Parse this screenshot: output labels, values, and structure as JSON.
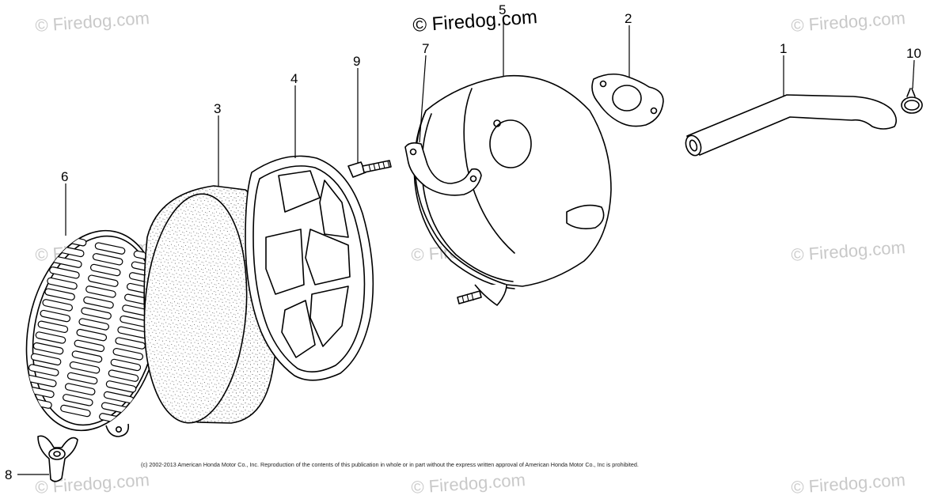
{
  "watermarks": {
    "text": "© Firedog.com",
    "top_center": "© Firedog.com"
  },
  "copyright": "(c) 2002-2013 American Honda Motor Co., Inc. Reproduction of the contents of this publication in whole or in part without the express written approval of American Honda Motor Co., Inc is prohibited.",
  "callouts": {
    "c1": "1",
    "c2": "2",
    "c3": "3",
    "c4": "4",
    "c5": "5",
    "c6": "6",
    "c7": "7",
    "c8": "8",
    "c9": "9",
    "c10": "10"
  }
}
